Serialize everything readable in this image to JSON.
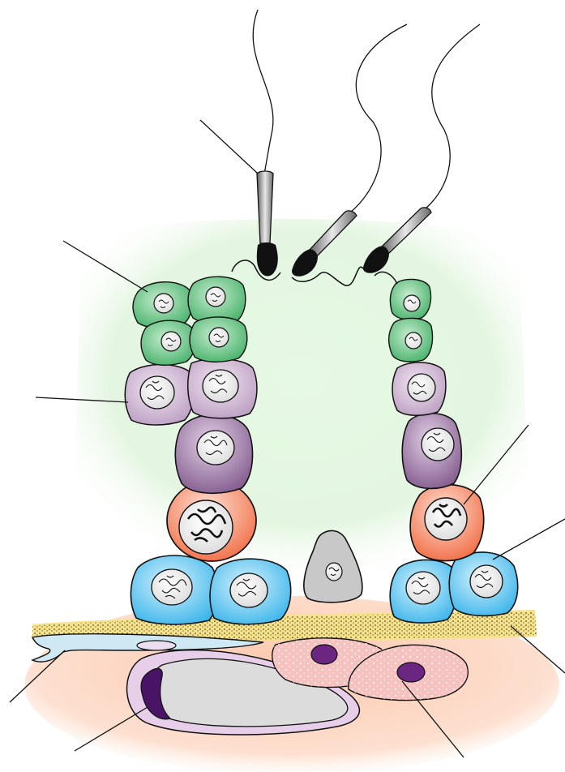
{
  "figure": {
    "labels": [],
    "structures": [
      {
        "name": "spermatozoon",
        "count": 3
      },
      {
        "name": "spermatid",
        "count": 6
      },
      {
        "name": "secondary-spermatocyte",
        "count": 3
      },
      {
        "name": "primary-spermatocyte",
        "count": 2
      },
      {
        "name": "dividing-spermatocyte",
        "count": 2
      },
      {
        "name": "spermatogonium",
        "count": 4
      },
      {
        "name": "sertoli-cell",
        "count": 1
      },
      {
        "name": "basement-membrane",
        "count": 1
      },
      {
        "name": "myoid-cell",
        "count": 1
      },
      {
        "name": "leydig-cell",
        "count": 2
      },
      {
        "name": "capillary",
        "count": 1
      }
    ],
    "leader_lines": 9
  },
  "colors": {
    "spermatid": "#6fcf8f",
    "secondary_spermatocyte": "#d8c6dc",
    "primary_spermatocyte": "#9c7aa8",
    "dividing": "#f08060",
    "spermatogonium": "#55c4ef",
    "sertoli": "#c9c9c9",
    "lumen_background": "#dff7df",
    "basement": "#f3df7a",
    "connective": "#fbd2bd",
    "leydig": "#f7b9b6",
    "leydig_nucleus": "#6a2680",
    "capillary_wall": "#d9b6dc",
    "capillary_lumen": "#d8d8d8",
    "ink": "#111111"
  }
}
